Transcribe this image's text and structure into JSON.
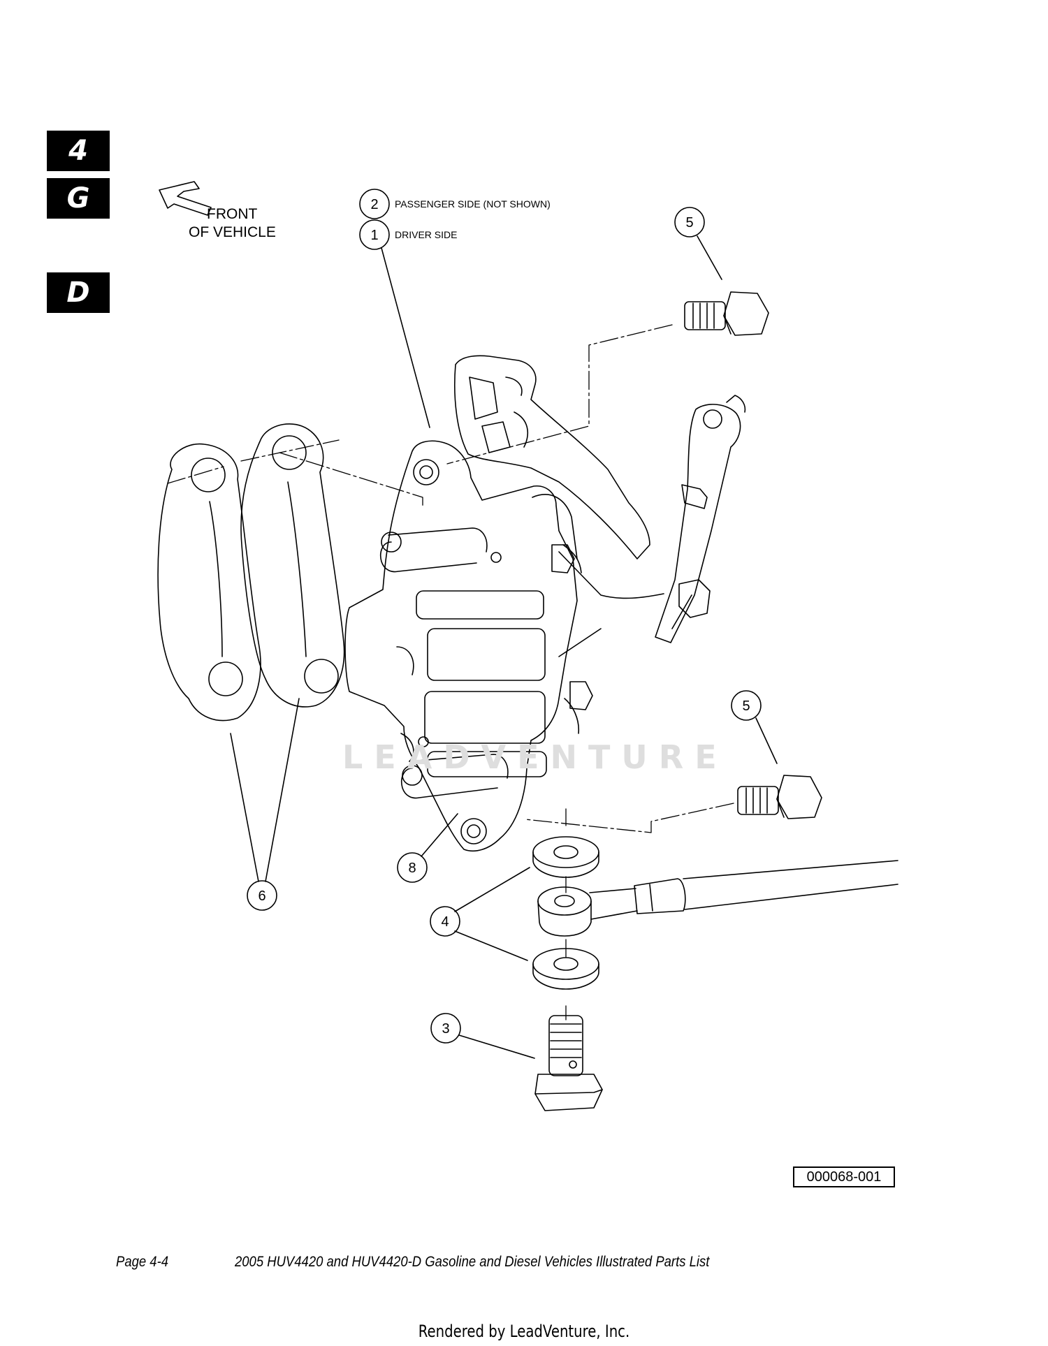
{
  "section_tabs": [
    "4",
    "G",
    "D"
  ],
  "direction": {
    "line1": "FRONT",
    "line2": "OF VEHICLE"
  },
  "notes": {
    "passenger": "PASSENGER SIDE (NOT SHOWN)",
    "driver": "DRIVER SIDE"
  },
  "callouts": {
    "c1": "1",
    "c2": "2",
    "c3": "3",
    "c4": "4",
    "c5a": "5",
    "c5b": "5",
    "c6": "6",
    "c8": "8"
  },
  "watermark": "LEADVENTURE",
  "figure_ref": "000068-001",
  "footer": {
    "page": "Page 4-4",
    "title": "2005 HUV4420 and HUV4420-D Gasoline and Diesel Vehicles Illustrated Parts List"
  },
  "rendered_by": "Rendered by LeadVenture, Inc."
}
